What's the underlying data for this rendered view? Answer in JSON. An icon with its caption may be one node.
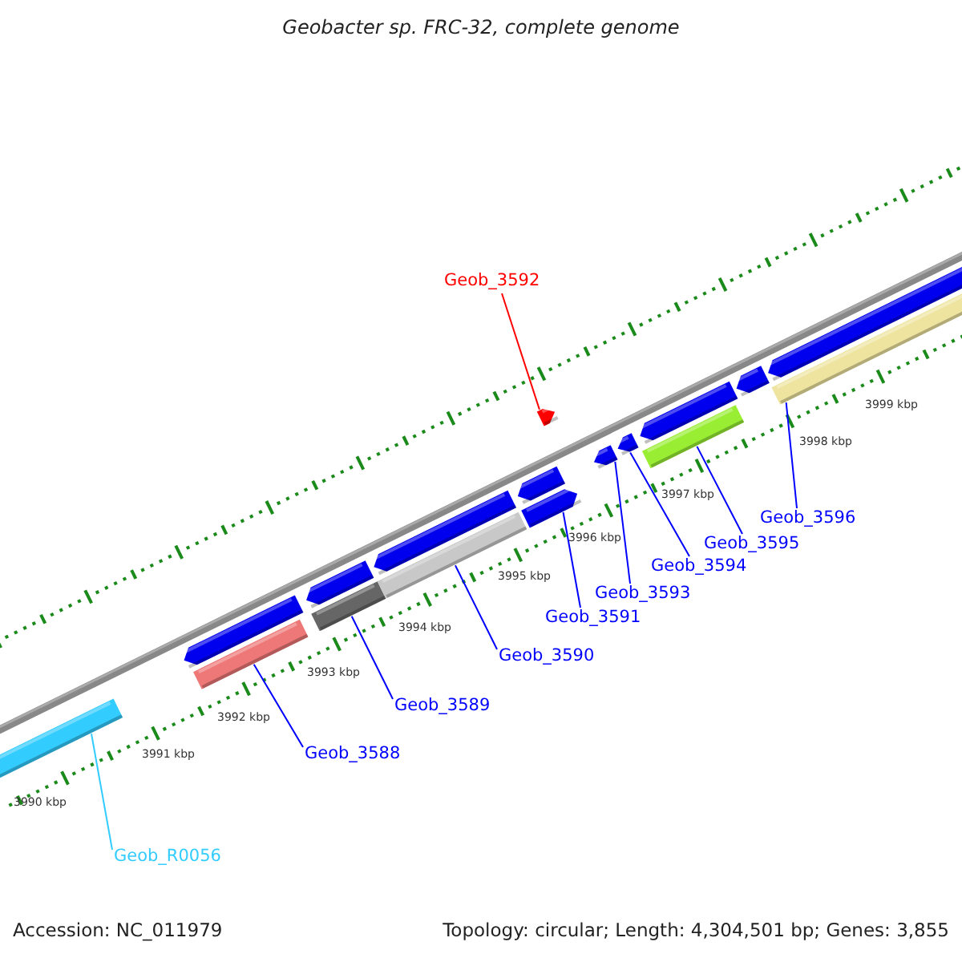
{
  "diagram": {
    "title": "Geobacter sp. FRC-32, complete genome",
    "nodes": [
      {
        "text": [
          "Geob_3592"
        ]
      },
      {
        "text": [
          "Geob_3596"
        ]
      },
      {
        "text": [
          "Geob_3595"
        ]
      },
      {
        "text": [
          "Geob_3594"
        ]
      },
      {
        "text": [
          "Geob_3593"
        ]
      },
      {
        "text": [
          "Geob_3591"
        ]
      },
      {
        "text": [
          "Geob_3590"
        ]
      },
      {
        "text": [
          "Geob_3589"
        ]
      },
      {
        "text": [
          "Geob_3588"
        ]
      },
      {
        "text": [
          "Geob_R0056"
        ]
      },
      {
        "text": [],
        "shape": "bar"
      },
      {
        "text": [],
        "shape": "pentagon"
      },
      {
        "text": [],
        "shape": "bar"
      },
      {
        "text": [],
        "shape": "pentagon"
      },
      {
        "text": [],
        "shape": "bar"
      },
      {
        "text": [],
        "shape": "pentagon"
      },
      {
        "text": [],
        "shape": "bar"
      },
      {
        "text": [],
        "shape": "pentagon"
      },
      {
        "text": [],
        "shape": "pentagon"
      },
      {
        "text": [],
        "shape": "pentagon"
      },
      {
        "text": [],
        "shape": "pentagon"
      },
      {
        "text": [],
        "shape": "pentagon"
      },
      {
        "text": [],
        "shape": "pentagon"
      },
      {
        "text": [],
        "shape": "bar"
      },
      {
        "text": [],
        "shape": "pentagon"
      },
      {
        "text": [],
        "shape": "pentagon"
      },
      {
        "text": [],
        "shape": "bar"
      }
    ],
    "edges": [
      {
        "from": 0,
        "to": 19,
        "arrow": "none",
        "color": "#ff0000"
      },
      {
        "from": 1,
        "to": 26,
        "arrow": "none"
      },
      {
        "from": 2,
        "to": 23,
        "arrow": "none"
      },
      {
        "from": 3,
        "to": 21,
        "arrow": "none"
      },
      {
        "from": 4,
        "to": 20,
        "arrow": "none"
      },
      {
        "from": 5,
        "to": 18,
        "arrow": "none"
      },
      {
        "from": 6,
        "to": 16,
        "arrow": "none"
      },
      {
        "from": 7,
        "to": 14,
        "arrow": "none"
      },
      {
        "from": 8,
        "to": 12,
        "arrow": "none"
      },
      {
        "from": 9,
        "to": 10,
        "arrow": "none",
        "color": "#33ccff"
      }
    ],
    "labels": [
      "3990 kbp",
      "3991 kbp",
      "3992 kbp",
      "3993 kbp",
      "3994 kbp",
      "3995 kbp",
      "3996 kbp",
      "3997 kbp",
      "3998 kbp",
      "3999 kbp",
      "Accession: NC_011979",
      "Topology: circular; Length: 4,304,501 bp; Genes: 3,855"
    ]
  }
}
